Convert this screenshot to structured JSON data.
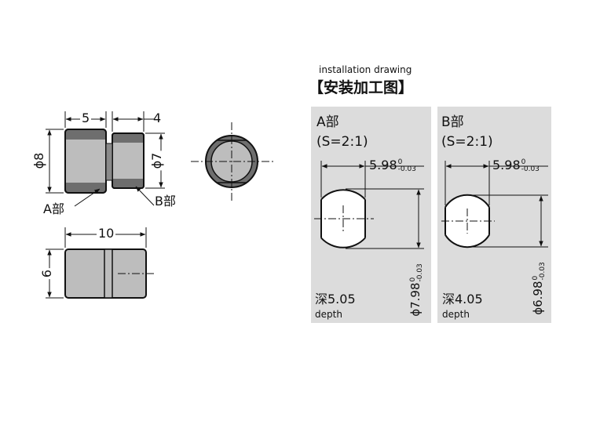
{
  "header": {
    "subtitle": "installation drawing",
    "title": "【安装加工图】"
  },
  "side_view": {
    "dim_a_width": "5",
    "dim_b_width": "4",
    "dim_a_dia": "ϕ8",
    "dim_b_dia": "ϕ7",
    "label_a": "A部",
    "label_b": "B部"
  },
  "bottom_view": {
    "dim_length": "10",
    "dim_height": "6"
  },
  "panel_a": {
    "title": "A部",
    "scale": "(S=2:1)",
    "width_value": "5.98",
    "width_tol_upper": "0",
    "width_tol_lower": "-0.03",
    "dia_value": "ϕ7.98",
    "dia_tol_upper": "0",
    "dia_tol_lower": "-0.03",
    "depth_cn": "深5.05",
    "depth_en": "depth"
  },
  "panel_b": {
    "title": "B部",
    "scale": "(S=2:1)",
    "width_value": "5.98",
    "width_tol_upper": "0",
    "width_tol_lower": "-0.03",
    "dia_value": "ϕ6.98",
    "dia_tol_upper": "0",
    "dia_tol_lower": "-0.03",
    "depth_cn": "深4.05",
    "depth_en": "depth"
  },
  "colors": {
    "part_fill": "#bdbdbd",
    "part_dark": "#6e6e6e",
    "panel_bg": "#dcdcdc",
    "line": "#111111"
  }
}
